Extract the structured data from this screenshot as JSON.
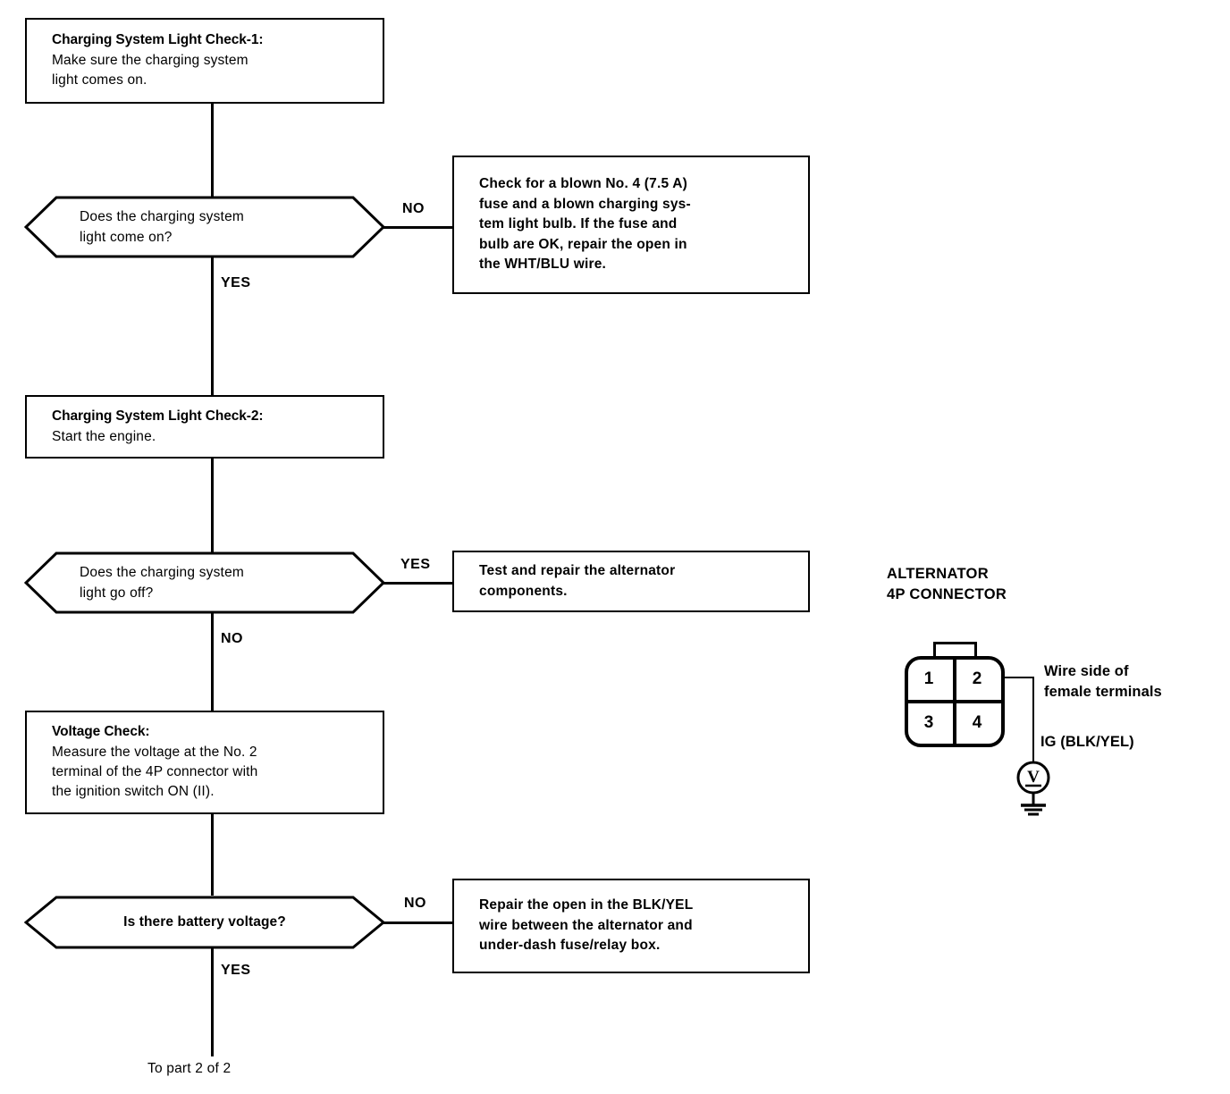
{
  "document": {
    "type": "troubleshooting-flowchart",
    "subject": "Charging System",
    "footer_note": "To part 2 of 2"
  },
  "flow": {
    "step1": {
      "title": "Charging System Light Check-1:",
      "body_lines": [
        "Make sure the charging system",
        "light comes on."
      ]
    },
    "decision1": {
      "lines": [
        "Does the charging system",
        "light come on?"
      ],
      "branch_no": "NO",
      "branch_yes": "YES"
    },
    "action1": {
      "lines": [
        "Check for a blown No. 4 (7.5 A)",
        "fuse and a blown charging sys-",
        "tem light bulb. If the fuse and",
        "bulb are OK, repair the open in",
        "the WHT/BLU wire."
      ]
    },
    "step2": {
      "title": "Charging System Light Check-2:",
      "body_lines": [
        "Start the engine."
      ]
    },
    "decision2": {
      "lines": [
        "Does the charging system",
        "light go off?"
      ],
      "branch_yes": "YES",
      "branch_no": "NO"
    },
    "action2": {
      "lines": [
        "Test and repair the alternator",
        "components."
      ]
    },
    "step3": {
      "title": "Voltage Check:",
      "body_lines": [
        "Measure the voltage at the No. 2",
        "terminal of the 4P connector with",
        "the ignition switch ON (II)."
      ]
    },
    "decision3": {
      "lines": [
        "Is there battery voltage?"
      ],
      "branch_no": "NO",
      "branch_yes": "YES"
    },
    "action3": {
      "lines": [
        "Repair the open in the BLK/YEL",
        "wire between the alternator and",
        "under-dash fuse/relay box."
      ]
    }
  },
  "connector_diagram": {
    "heading_lines": [
      "ALTERNATOR",
      "4P CONNECTOR"
    ],
    "pins": [
      "1",
      "2",
      "3",
      "4"
    ],
    "probe_pin": "2",
    "wire_side_label_lines": [
      "Wire side of",
      "female terminals"
    ],
    "circuit_label": "IG (BLK/YEL)",
    "meter_symbol": "V"
  },
  "colors": {
    "ink": "#000000",
    "paper": "#ffffff"
  }
}
